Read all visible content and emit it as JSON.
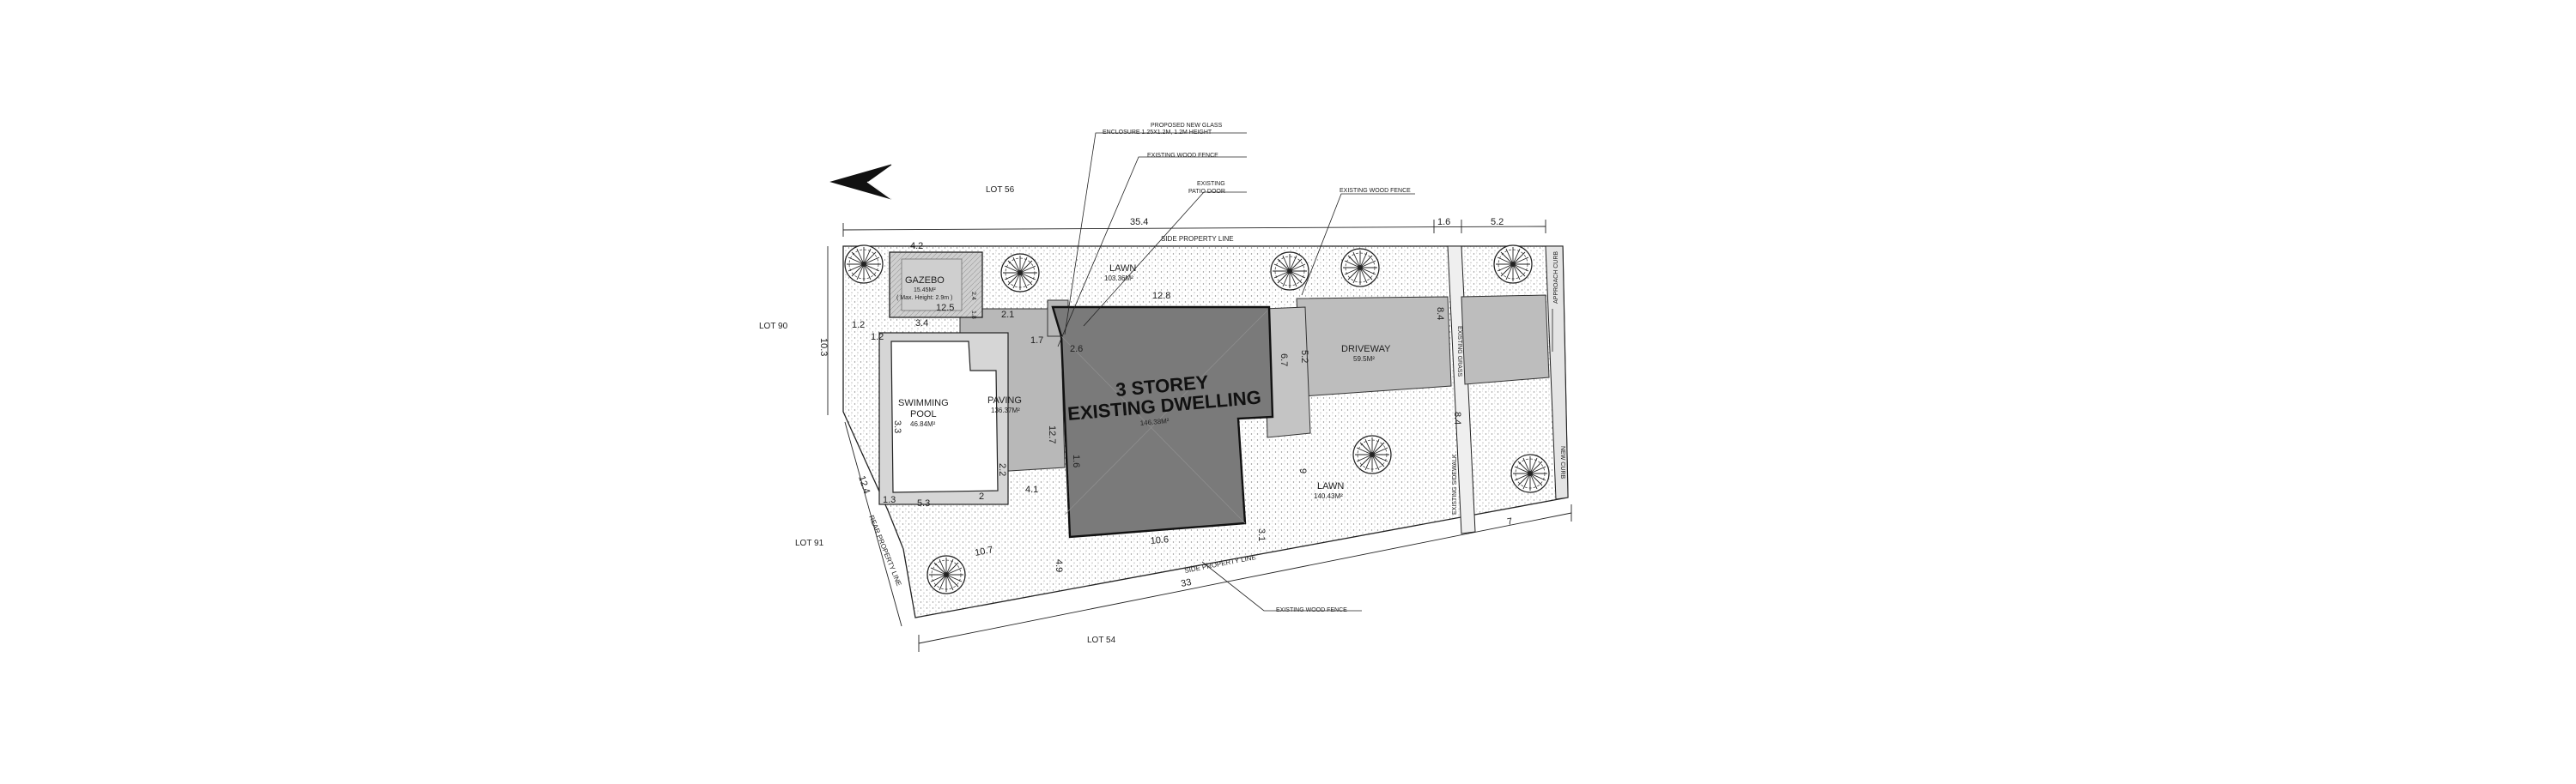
{
  "lots": {
    "top": "LOT 56",
    "left_upper": "LOT 90",
    "left_lower": "LOT 91",
    "bottom": "LOT 54"
  },
  "property_lines": {
    "side_top": "SIDE PROPERTY LINE",
    "side_bottom": "SIDE PROPERTY LINE",
    "rear": "REAR PROPERTY LINE"
  },
  "annotations": {
    "glass_enclosure_1": "PROPOSED NEW GLASS",
    "glass_enclosure_2": "ENCLOSURE 1.25X1.2M, 1.2M HEIGHT",
    "wood_fence_1": "EXISTING WOOD FENCE",
    "patio_1": "EXISTING",
    "patio_2": "PATIO DOOR",
    "wood_fence_2": "EXISTING WOOD FENCE",
    "wood_fence_3": "EXISTING WOOD FENCE",
    "approach_curb": "APPROACH CURB",
    "sidewalk": "EXISTING SIDEWALK",
    "grass_strip": "EXISTING GRASS",
    "curb_right": "NEW CURB"
  },
  "areas": {
    "gazebo": {
      "name": "GAZEBO",
      "area": "15.45M²",
      "note": "( Max. Height: 2.9m )"
    },
    "lawn_top": {
      "name": "LAWN",
      "area": "103.36M²"
    },
    "pool": {
      "name1": "SWIMMING",
      "name2": "POOL",
      "area": "46.84M²"
    },
    "paving": {
      "name": "PAVING",
      "area": "136.37M²"
    },
    "dwelling": {
      "line1": "3 STOREY",
      "line2": "EXISTING DWELLING",
      "area": "146.38M²"
    },
    "driveway": {
      "name": "DRIVEWAY",
      "area": "59.5M²"
    },
    "lawn_bottom": {
      "name": "LAWN",
      "area": "140.43M²"
    }
  },
  "dimensions": {
    "top_length": "35.4",
    "top_1": "1.6",
    "top_2": "5.2",
    "gazebo_w": "4.2",
    "gazebo_d": "12.5",
    "gazebo_s": "3.4",
    "gz_a": "2.4",
    "gz_b": "1.8",
    "lawn_w": "12.8",
    "left_10": "10.3",
    "left_1": "1.2",
    "left_2": "1.2",
    "d_2_1": "2.1",
    "d_1_7": "1.7",
    "d_12_7": "12.7",
    "d_6_7": "6.7",
    "d_5_2": "5.2",
    "d_8_4_a": "8.4",
    "d_8_4_b": "8.4",
    "d_2_2": "2.2",
    "d_4_1": "4.1",
    "d_5_3": "5.3",
    "d_2": "2",
    "d_1_3": "1.3",
    "d_10_7": "10.7",
    "d_12_4": "12.4",
    "d_10_6": "10.6",
    "d_4_9": "4.9",
    "d_3_1": "3.1",
    "d_9": "9",
    "d_7": "7",
    "d_33": "33",
    "d_3_3": "3.3",
    "d_2_6": "2.6",
    "d_1_6b": "1.6"
  },
  "colors": {
    "dwelling": "#7a7a7a",
    "paving": "#b8b8b8",
    "driveway": "#bdbdbd",
    "lawn_dots": "#9a9a9a",
    "line": "#222222"
  }
}
